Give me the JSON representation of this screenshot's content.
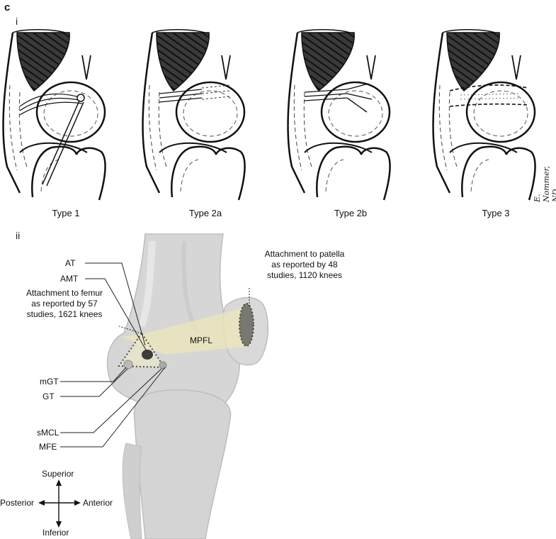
{
  "figure": {
    "panel_letter": "c",
    "sub_i": "i",
    "sub_ii": "ii"
  },
  "types": [
    {
      "label": "Type 1"
    },
    {
      "label": "Type 2a"
    },
    {
      "label": "Type 2b"
    },
    {
      "label": "Type 3"
    }
  ],
  "signature": "E. Nommer, ND",
  "anatomy": {
    "labels": {
      "at": "AT",
      "amt": "AMT",
      "mgt": "mGT",
      "gt": "GT",
      "smcl": "sMCL",
      "mfe": "MFE",
      "mpfl": "MPFL"
    },
    "femur_caption": [
      "Attachment to femur",
      "as reported by 57",
      "studies, 1621 knees"
    ],
    "patella_caption": [
      "Attachment to patella",
      "as reported by 48",
      "studies, 1120 knees"
    ]
  },
  "orientation": {
    "superior": "Superior",
    "inferior": "Inferior",
    "posterior": "Posterior",
    "anterior": "Anterior"
  }
}
